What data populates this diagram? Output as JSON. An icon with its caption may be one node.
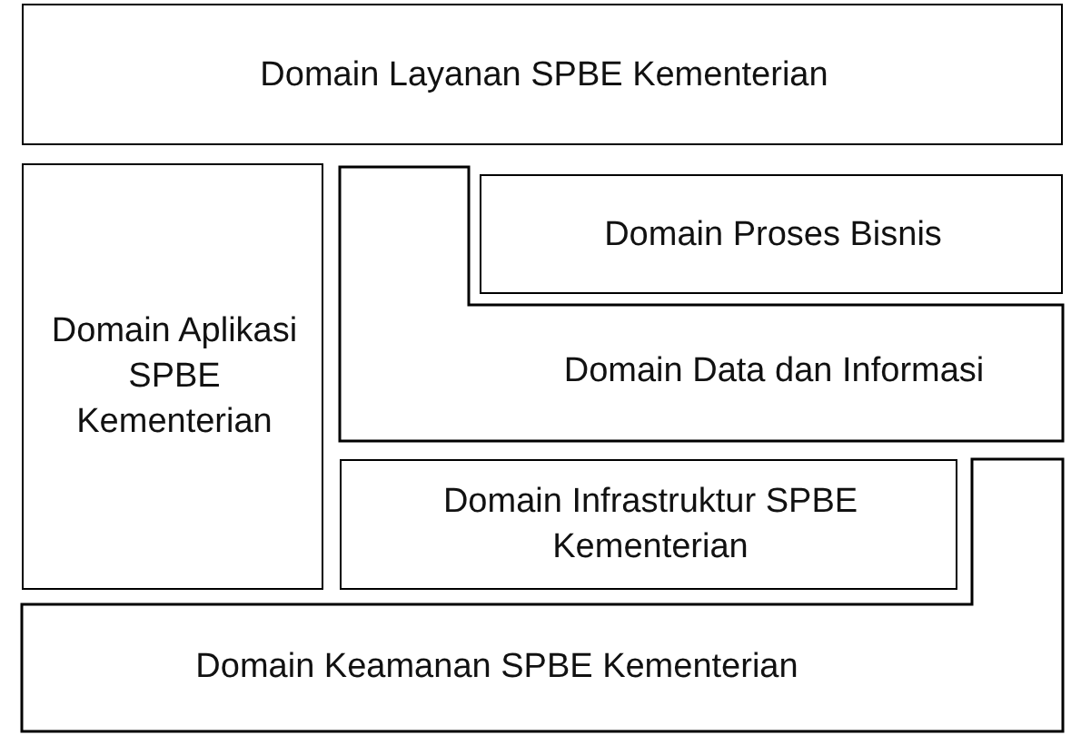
{
  "diagram": {
    "nodes": [
      {
        "text": [
          "Domain Layanan SPBE Kementerian"
        ]
      },
      {
        "text": [
          "Domain Aplikasi SPBE Kementerian"
        ]
      },
      {
        "text": [
          "Domain Proses Bisnis"
        ]
      },
      {
        "text": [
          "Domain Data dan Informasi"
        ]
      },
      {
        "text": [
          "Domain Infrastruktur SPBE Kementerian"
        ]
      },
      {
        "text": [
          "Domain Keamanan SPBE Kementerian"
        ]
      }
    ]
  }
}
